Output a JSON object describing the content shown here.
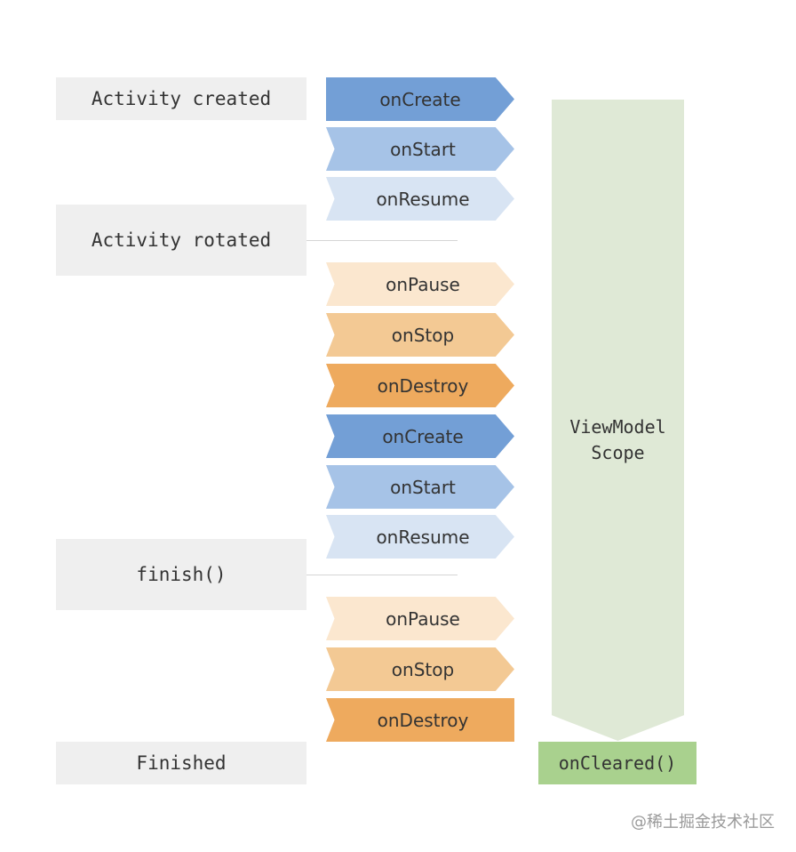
{
  "states": [
    {
      "label": "Activity created"
    },
    {
      "label": "Activity rotated"
    },
    {
      "label": "finish()"
    },
    {
      "label": "Finished"
    }
  ],
  "steps": [
    {
      "label": "onCreate",
      "color": "#739fd6"
    },
    {
      "label": "onStart",
      "color": "#a6c3e7"
    },
    {
      "label": "onResume",
      "color": "#d8e4f3"
    },
    {
      "label": "onPause",
      "color": "#fbe7cf"
    },
    {
      "label": "onStop",
      "color": "#f3c994"
    },
    {
      "label": "onDestroy",
      "color": "#eeaa5e"
    },
    {
      "label": "onCreate",
      "color": "#739fd6"
    },
    {
      "label": "onStart",
      "color": "#a6c3e7"
    },
    {
      "label": "onResume",
      "color": "#d8e4f3"
    },
    {
      "label": "onPause",
      "color": "#fbe7cf"
    },
    {
      "label": "onStop",
      "color": "#f3c994"
    },
    {
      "label": "onDestroy",
      "color": "#eeaa5e"
    }
  ],
  "scope": {
    "line1": "ViewModel",
    "line2": "Scope",
    "color": "#dfe9d6"
  },
  "cleared": {
    "label": "onCleared()",
    "color": "#a9d18e"
  },
  "watermark": "@稀土掘金技术社区"
}
